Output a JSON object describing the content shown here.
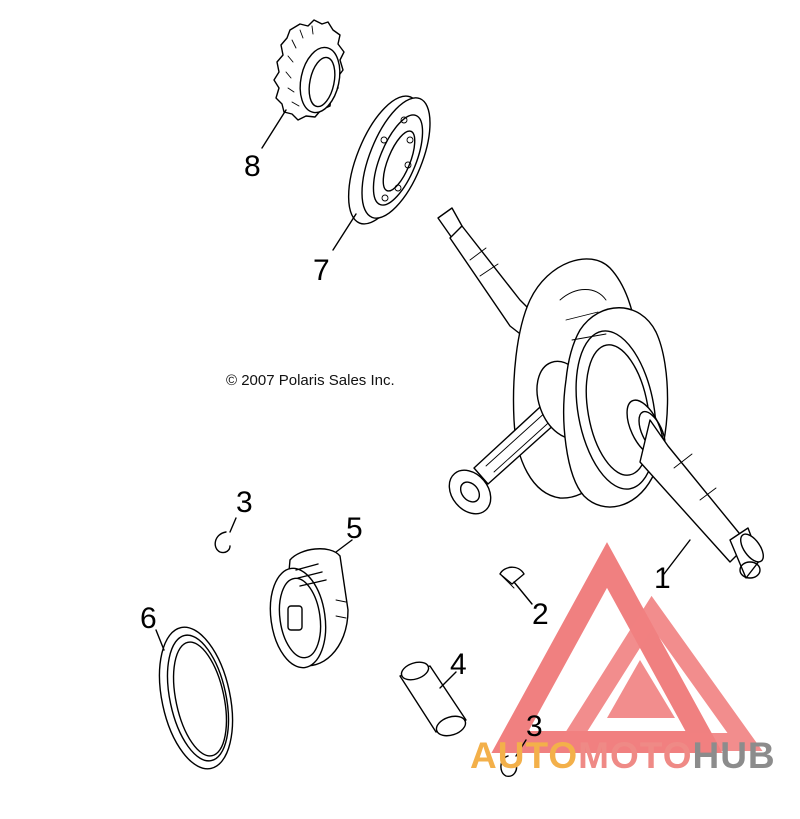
{
  "copyright": "© 2007 Polaris Sales Inc.",
  "callouts": {
    "c1": "1",
    "c2": "2",
    "c3a": "3",
    "c3b": "3",
    "c4": "4",
    "c5": "5",
    "c6": "6",
    "c7": "7",
    "c8": "8"
  },
  "watermark": {
    "part1": "AUTO",
    "part2": "MOTO",
    "part3": "HUB",
    "colors": {
      "auto": "#f3b04a",
      "moto": "#ef8a86",
      "hub": "#8c8c8c",
      "logo": "#ee6a6a"
    }
  }
}
